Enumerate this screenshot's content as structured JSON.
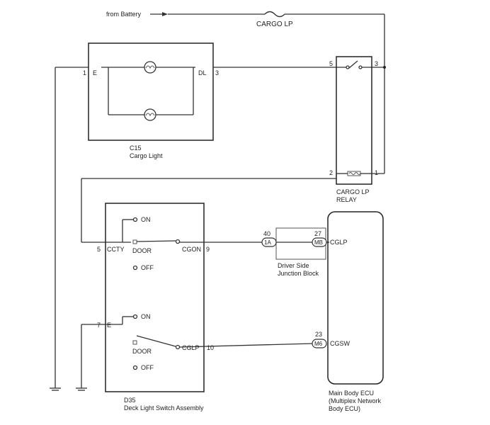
{
  "supply": {
    "label": "from Battery",
    "fuse": "CARGO LP"
  },
  "cargo_light": {
    "id": "C15",
    "name": "Cargo Light",
    "pin_left_num": "1",
    "pin_left_name": "E",
    "pin_right_num": "3",
    "pin_right_name": "DL"
  },
  "relay": {
    "name_line1": "CARGO LP",
    "name_line2": "RELAY",
    "pin5": "5",
    "pin3": "3",
    "pin2": "2",
    "pin1": "1"
  },
  "switch_assembly": {
    "id": "D35",
    "name": "Deck Light Switch Assembly",
    "upper": {
      "on": "ON",
      "door": "DOOR",
      "off": "OFF",
      "pin_in_num": "5",
      "pin_in_name": "CCTY",
      "pin_out_name": "CGON",
      "pin_out_num": "9"
    },
    "lower": {
      "on": "ON",
      "door": "DOOR",
      "off": "OFF",
      "pin_in_num": "7",
      "pin_in_name": "E",
      "pin_out_name": "CGLP",
      "pin_out_num": "10"
    }
  },
  "junction_block": {
    "line1": "Driver Side",
    "line2": "Junction Block",
    "pin_left": "40",
    "conn_left": "1A",
    "pin_right": "27",
    "conn_right": "MB"
  },
  "ecu": {
    "line1": "Main Body ECU",
    "line2": "(Multiplex Network",
    "line3": "Body ECU)",
    "upper_signal": "CGLP",
    "lower_pin": "23",
    "lower_conn": "M6",
    "lower_signal": "CGSW"
  }
}
